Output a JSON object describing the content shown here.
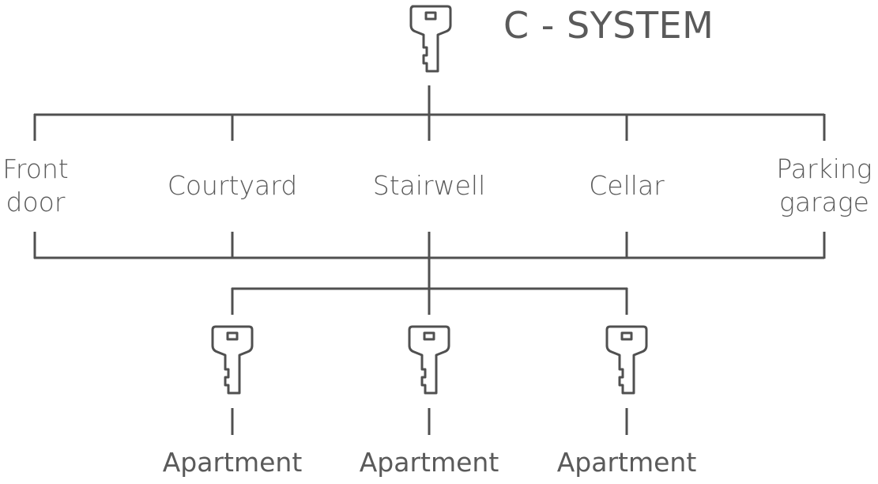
{
  "title": "C - SYSTEM",
  "doors": [
    {
      "label": "Front\ndoor"
    },
    {
      "label": "Courtyard"
    },
    {
      "label": "Stairwell"
    },
    {
      "label": "Cellar"
    },
    {
      "label": "Parking\ngarage"
    }
  ],
  "apartments": [
    {
      "label": "Apartment"
    },
    {
      "label": "Apartment"
    },
    {
      "label": "Apartment"
    }
  ],
  "icons": {
    "master_key": "key-icon",
    "apartment_key": "key-icon"
  },
  "colors": {
    "line": "#505050",
    "text": "#5a5a5a"
  }
}
